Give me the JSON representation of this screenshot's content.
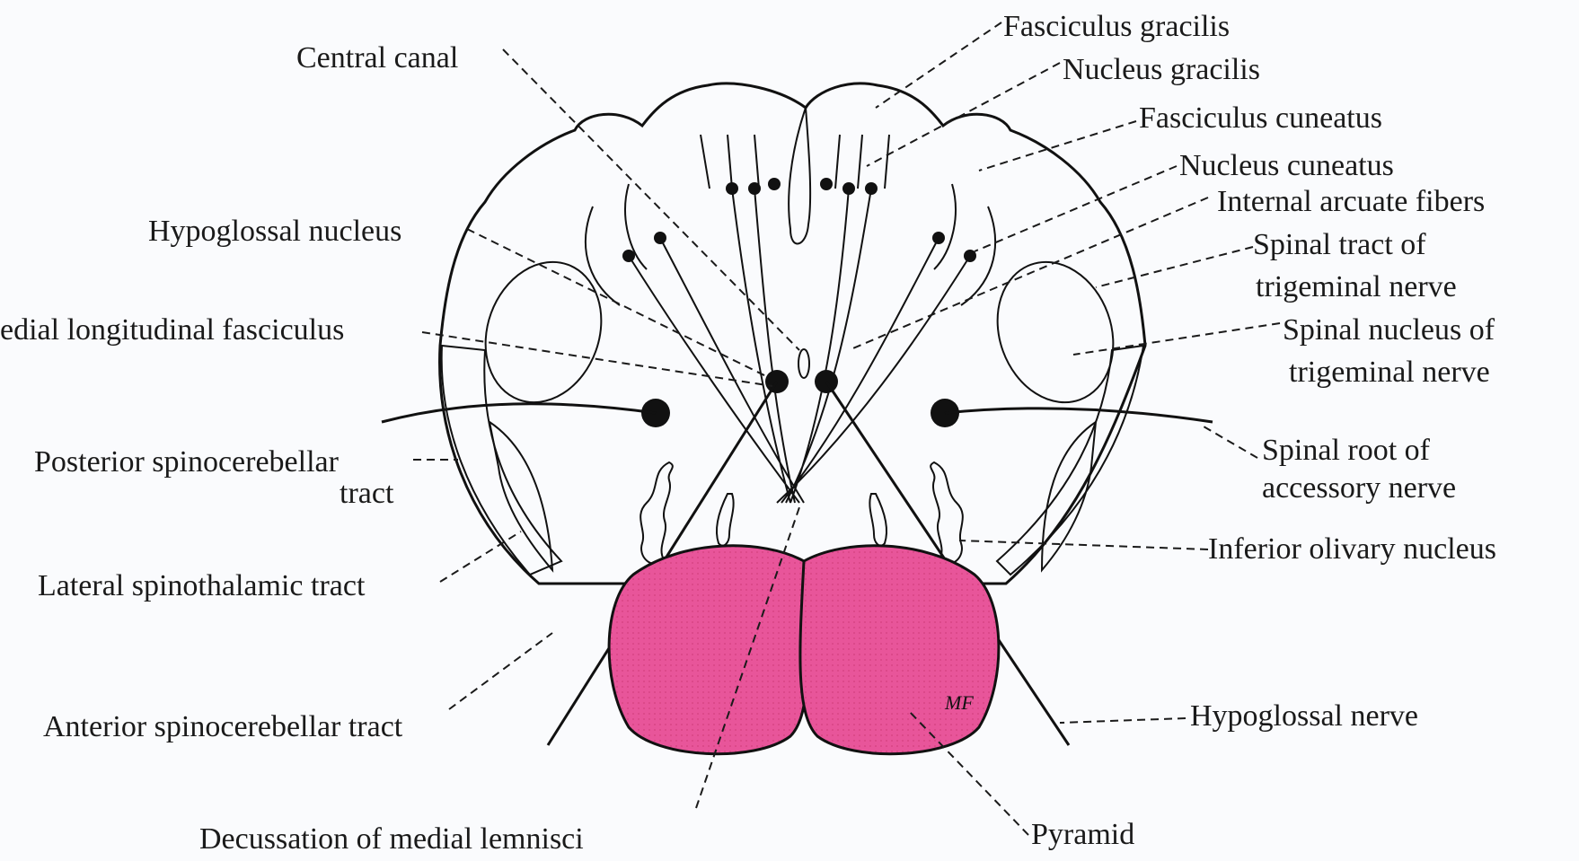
{
  "labels": {
    "central_canal": "Central canal",
    "hypoglossal_nucleus": "Hypoglossal nucleus",
    "medial_longitudinal_fasciculus": "edial longitudinal fasciculus",
    "posterior_spinocerebellar_1": "Posterior spinocerebellar",
    "posterior_spinocerebellar_2": "tract",
    "lateral_spinothalamic": "Lateral spinothalamic tract",
    "anterior_spinocerebellar": "Anterior spinocerebellar tract",
    "decussation": "Decussation of medial lemnisci",
    "fasciculus_gracilis": "Fasciculus gracilis",
    "nucleus_gracilis": "Nucleus gracilis",
    "fasciculus_cuneatus": "Fasciculus cuneatus",
    "nucleus_cuneatus": "Nucleus cuneatus",
    "internal_arcuate": "Internal arcuate fibers",
    "spinal_tract_trigeminal_1": "Spinal tract of",
    "spinal_tract_trigeminal_2": "trigeminal nerve",
    "spinal_nucleus_trigeminal_1": "Spinal nucleus of",
    "spinal_nucleus_trigeminal_2": "trigeminal nerve",
    "spinal_root_accessory_1": "Spinal root of",
    "spinal_root_accessory_2": "accessory nerve",
    "inferior_olivary": "Inferior olivary nucleus",
    "hypoglossal_nerve": "Hypoglossal nerve",
    "pyramid": "Pyramid"
  },
  "signature": "MF",
  "colors": {
    "pyramid": "#e8559a",
    "spinocerebellar": "#a9d6f2",
    "spinothalamic": "#f1e8b8",
    "trigeminal_nucleus": "#b4b2ea",
    "outline": "#111111"
  }
}
